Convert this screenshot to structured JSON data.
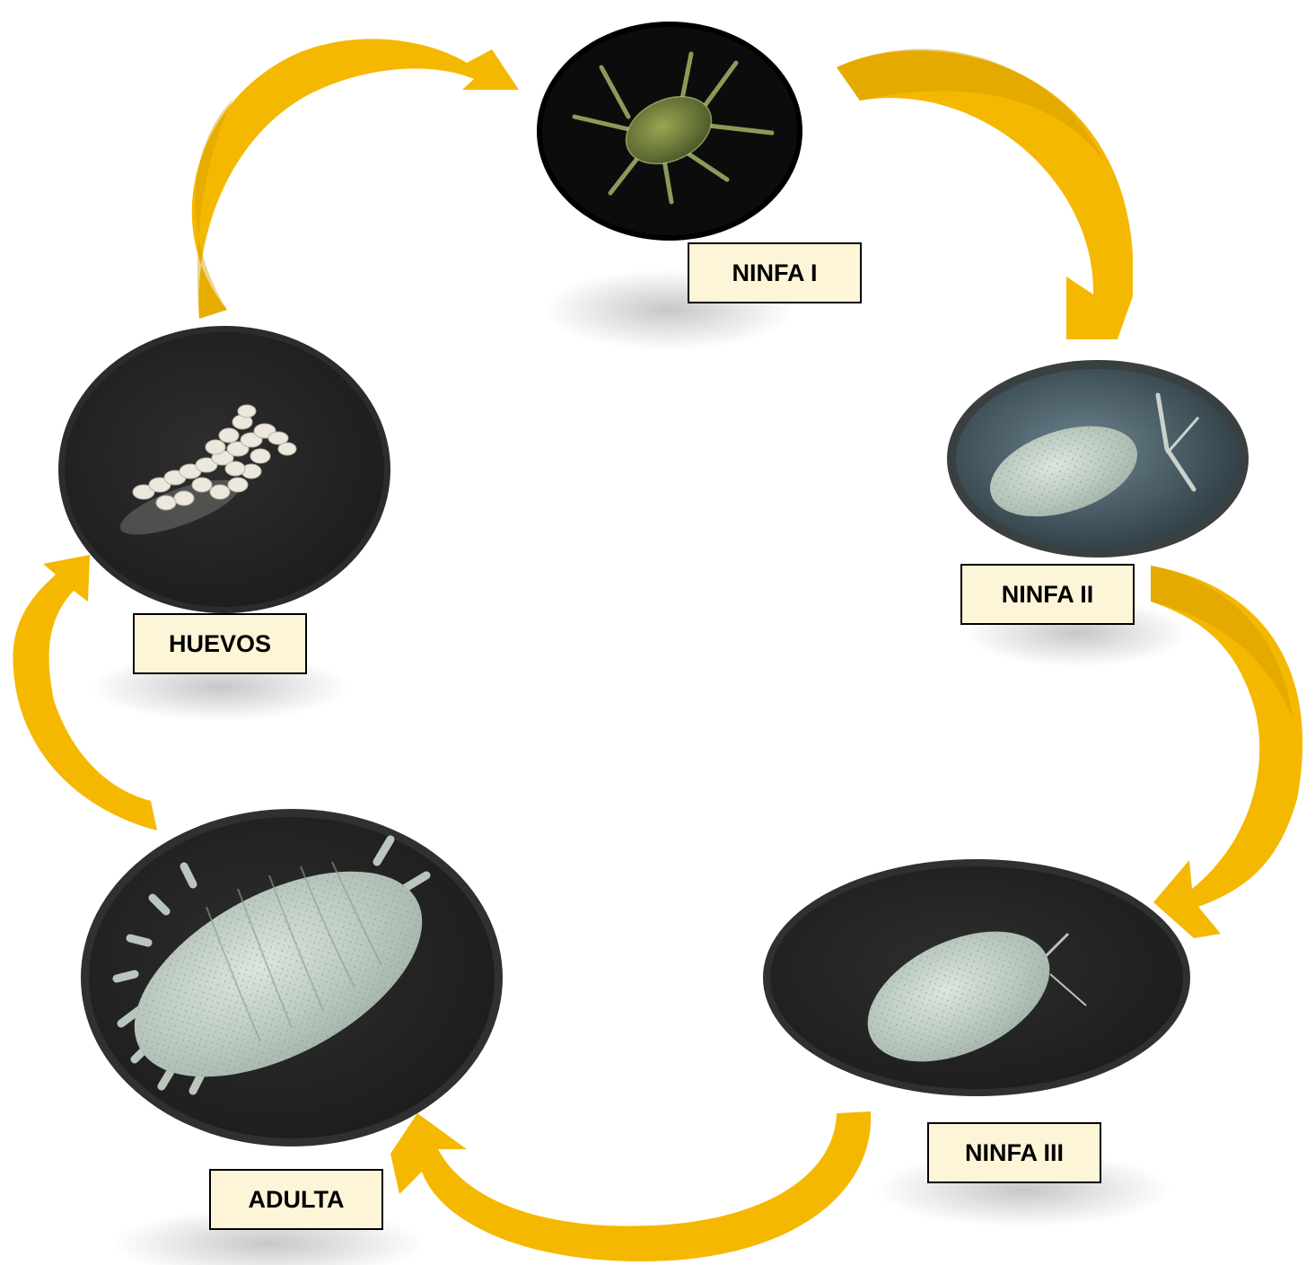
{
  "colors": {
    "arrow": "#f5b800",
    "arrow_shade": "#d79e00",
    "label_bg": "#fdf5d7",
    "label_border": "#000000",
    "photo_bg": "#262626",
    "specimen": "#c8d5cc"
  },
  "stages": [
    {
      "id": "ninfa-1",
      "label": "NINFA I",
      "order": 1
    },
    {
      "id": "ninfa-2",
      "label": "NINFA II",
      "order": 2
    },
    {
      "id": "ninfa-3",
      "label": "NINFA III",
      "order": 3
    },
    {
      "id": "adulta",
      "label": "ADULTA",
      "order": 4
    },
    {
      "id": "huevos",
      "label": "HUEVOS",
      "order": 5
    }
  ]
}
